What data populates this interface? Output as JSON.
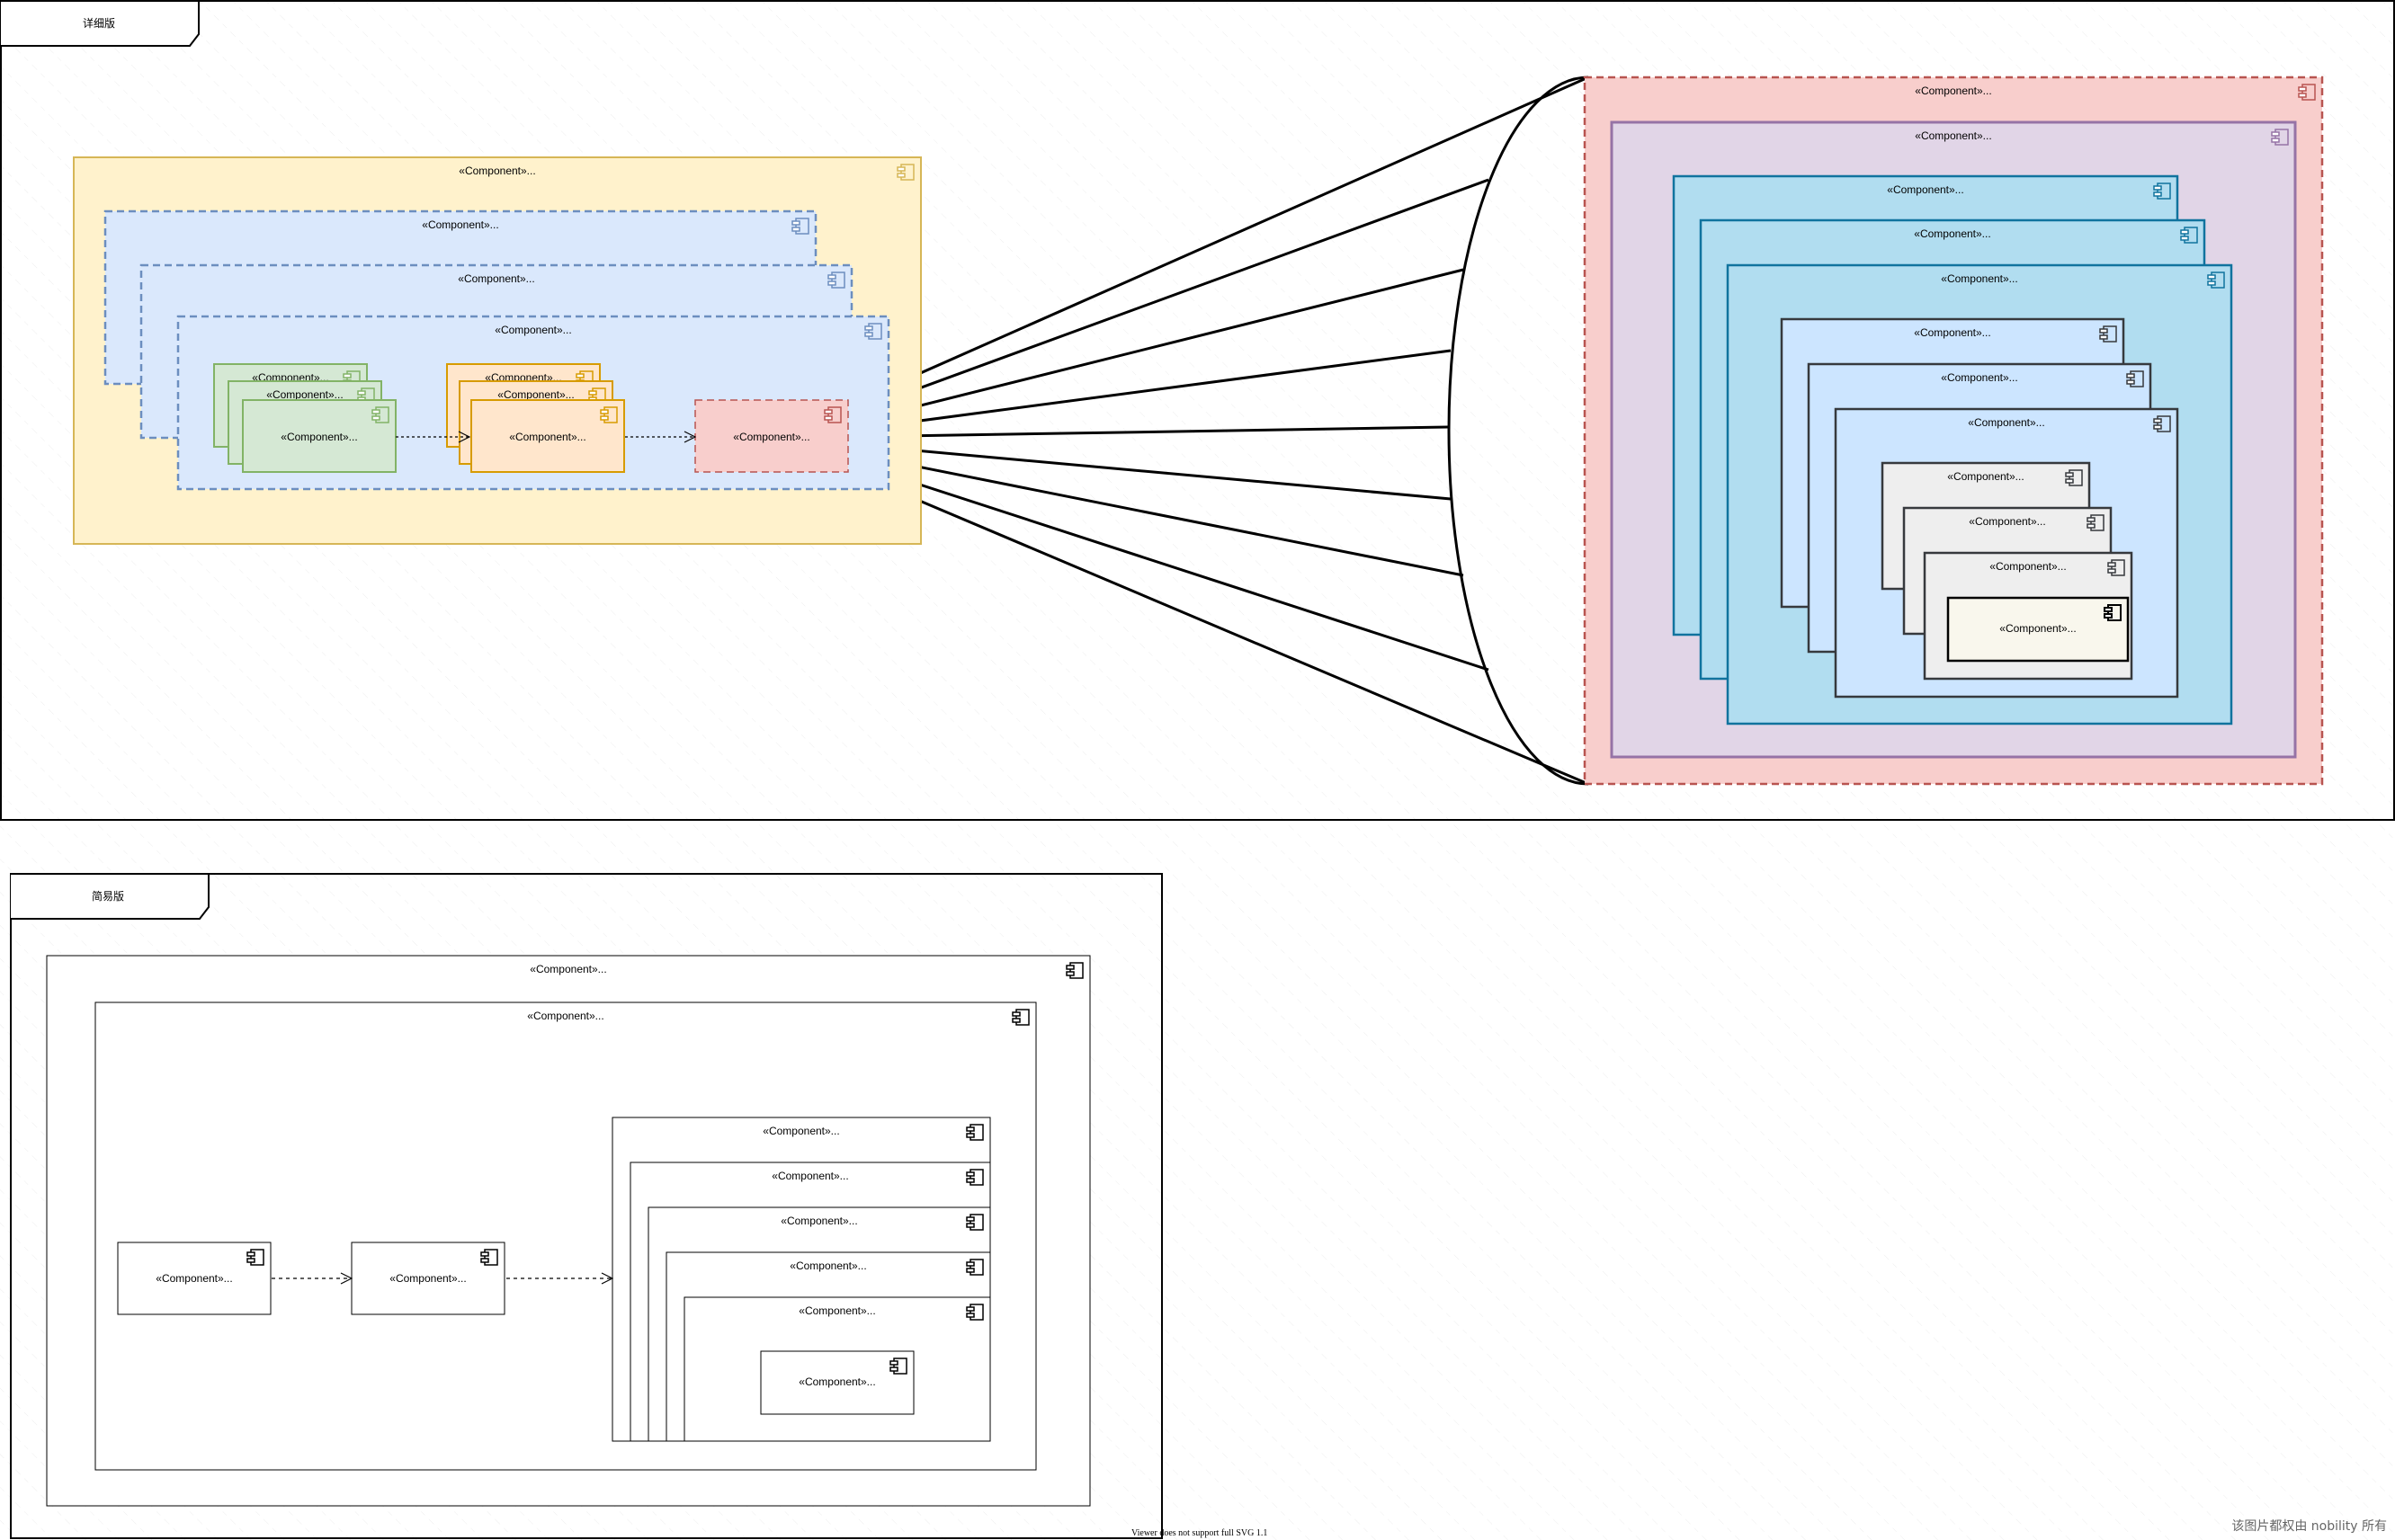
{
  "frames": [
    {
      "id": "detailed",
      "title": "详细版"
    },
    {
      "id": "simple",
      "title": "简易版"
    }
  ],
  "component_label": "«Component»...",
  "component_icon": "component-icon",
  "footer_note": "Viewer does not support full SVG 1.1",
  "watermark": "该图片都权由 nobility 所有",
  "colors": {
    "yellow_fill": "#fff2cc",
    "yellow_stroke": "#d6b656",
    "blue_fill": "#dae8fc",
    "blue_stroke": "#6c8ebf",
    "green_fill": "#d5e8d4",
    "green_stroke": "#82b366",
    "orange_fill": "#ffe6cc",
    "orange_stroke": "#d79b00",
    "red_fill": "#f8cecc",
    "red_stroke": "#b85450",
    "purple_fill": "#e1d5e7",
    "purple_stroke": "#9673a6",
    "cyan_fill": "#b1ddf0",
    "cyan_stroke": "#10739e",
    "lightblue_fill": "#cce5ff",
    "lightblue_stroke": "#36393d",
    "gray_fill": "#eeeeee",
    "gray_stroke": "#36393d",
    "cream_fill": "#f9f7ed",
    "cream_stroke": "#000000",
    "white_fill": "#ffffff",
    "white_stroke": "#000000"
  }
}
